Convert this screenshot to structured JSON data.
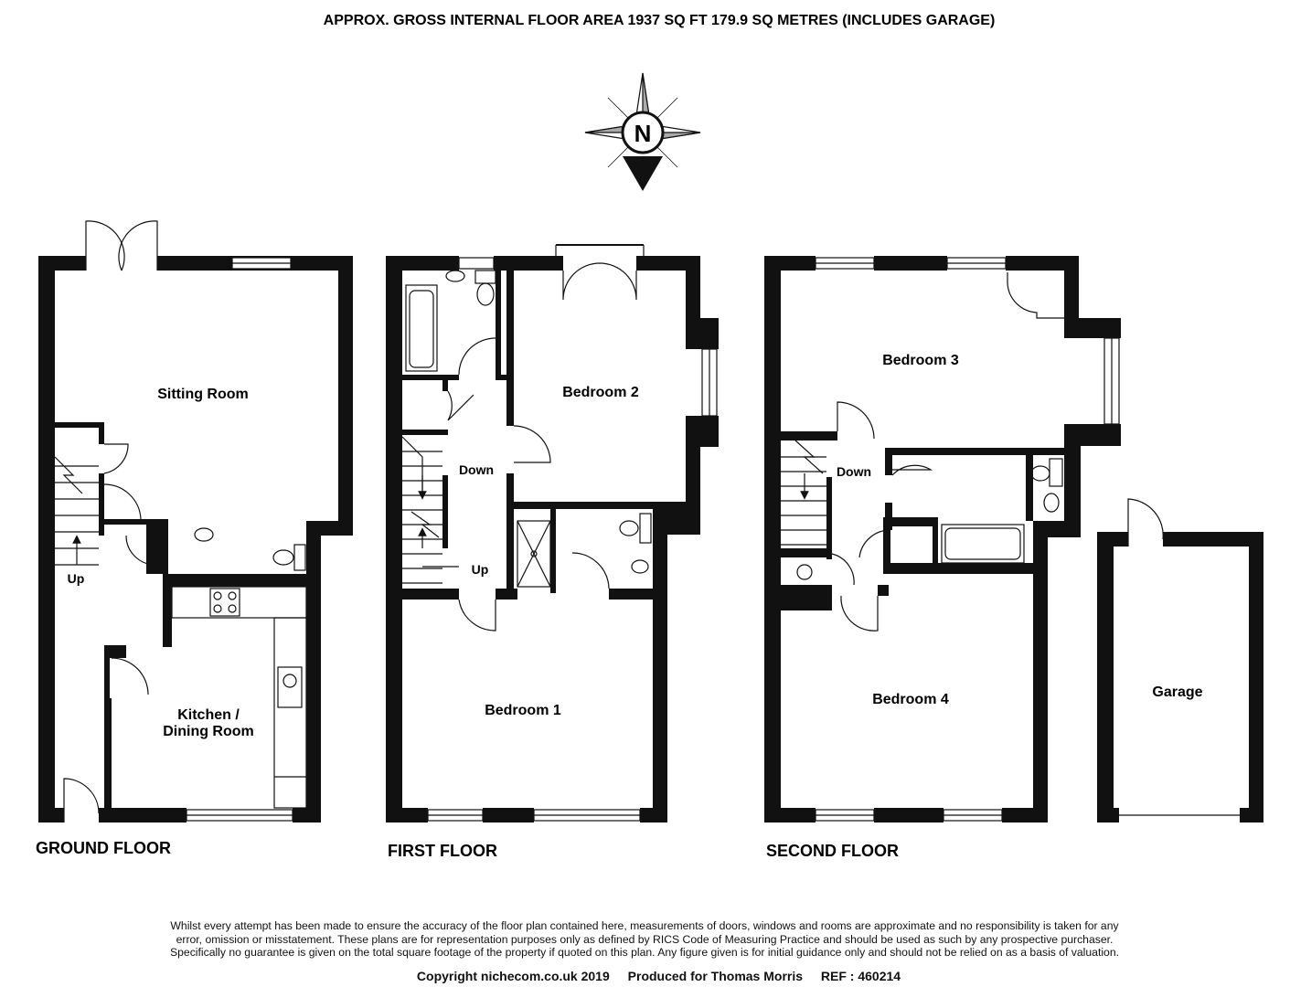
{
  "header": {
    "area_text": "APPROX. GROSS INTERNAL FLOOR AREA 1937 SQ FT 179.9 SQ METRES (INCLUDES GARAGE)"
  },
  "compass": {
    "letter": "N"
  },
  "floors": {
    "ground": {
      "label": "GROUND FLOOR",
      "rooms": {
        "sitting": "Sitting Room",
        "kitchen_1": "Kitchen /",
        "kitchen_2": "Dining Room"
      },
      "stairs": "Up"
    },
    "first": {
      "label": "FIRST FLOOR",
      "rooms": {
        "bed1": "Bedroom 1",
        "bed2": "Bedroom 2"
      },
      "stairs_down": "Down",
      "stairs_up": "Up"
    },
    "second": {
      "label": "SECOND FLOOR",
      "rooms": {
        "bed3": "Bedroom 3",
        "bed4": "Bedroom 4"
      },
      "stairs_down": "Down"
    },
    "garage": {
      "label": "Garage"
    }
  },
  "disclaimer": [
    "Whilst every attempt has been made to ensure the accuracy of the floor plan contained here, measurements of doors, windows and rooms are approximate and no responsibility is taken for any",
    "error, omission or misstatement. These plans are for representation purposes only as defined by RICS Code of Measuring Practice and should be used as such by any prospective purchaser.",
    "Specifically no guarantee is given on the total square footage of the property if quoted on this plan. Any figure given is for initial guidance only and should not be relied on as a basis of valuation."
  ],
  "footer": {
    "copyright": "Copyright nichecom.co.uk 2019",
    "produced": "Produced for Thomas Morris",
    "ref": "REF : 460214"
  }
}
